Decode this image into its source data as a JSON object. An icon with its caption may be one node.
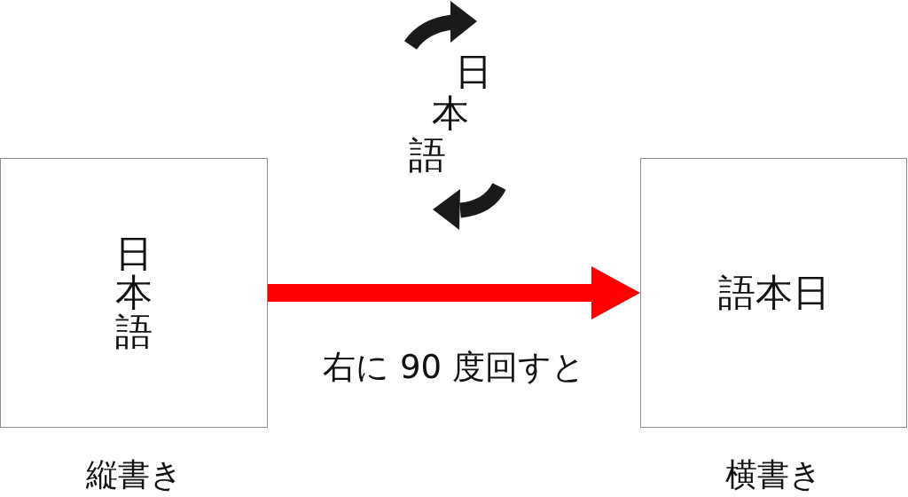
{
  "diagram": {
    "nodes": [
      {
        "text": [
          "日本語"
        ],
        "beside": [
          "縦書き"
        ]
      },
      {
        "text": [
          "語本日"
        ],
        "beside": [
          "横書き"
        ]
      }
    ],
    "edges": [
      {
        "from": 0,
        "to": 1,
        "arrow": "to",
        "label": "右に 90 度回すと",
        "style": "thick",
        "color": "#ff0000"
      }
    ],
    "labels": [
      "日本語"
    ]
  }
}
